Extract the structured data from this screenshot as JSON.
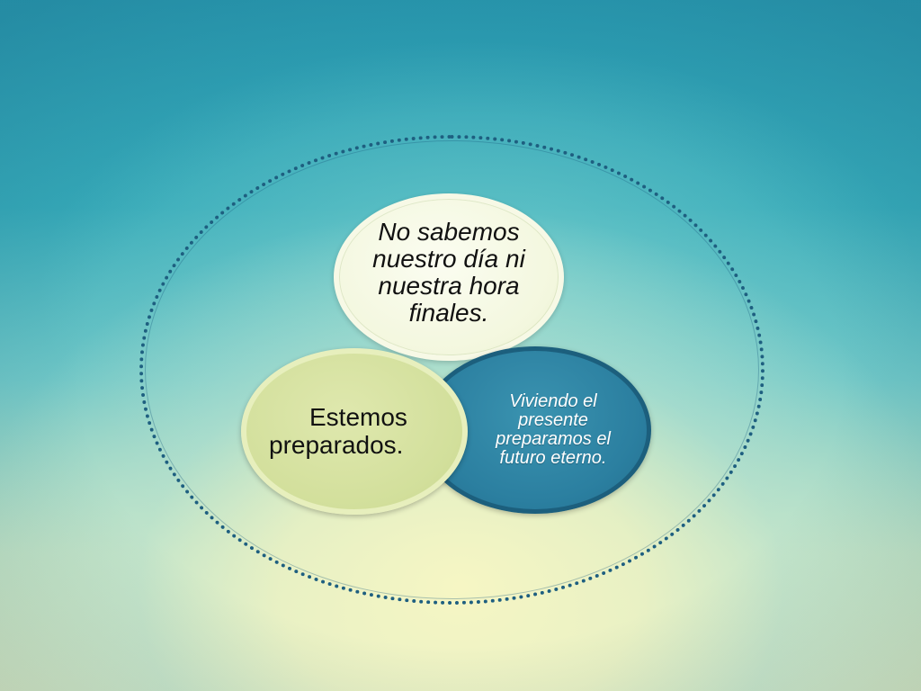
{
  "diagram": {
    "circles": {
      "top": {
        "text": "No sabemos nuestro día ni nuestra hora finales."
      },
      "right": {
        "text": "Viviendo el presente preparamos el futuro eterno."
      },
      "left": {
        "line1": "Estemos",
        "line2": "preparados."
      }
    }
  }
}
